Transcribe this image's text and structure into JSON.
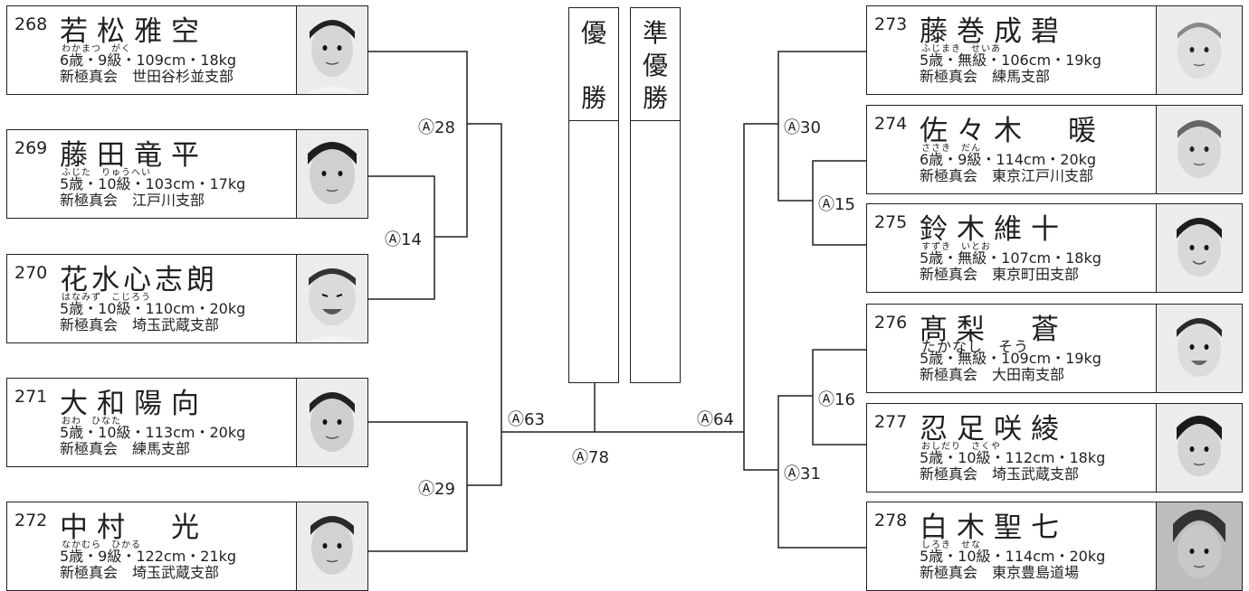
{
  "titles": {
    "winner": "優\n\n勝",
    "runner_up": "準\n優\n勝"
  },
  "competitors": [
    {
      "num": "268",
      "name": "若松雅空",
      "kana": "わかまつ　がく",
      "stats": "6歳・9級・109cm・18kg",
      "branch": "新極真会　世田谷杉並支部"
    },
    {
      "num": "269",
      "name": "藤田竜平",
      "kana": "ふじた　りゅうへい",
      "stats": "5歳・10級・103cm・17kg",
      "branch": "新極真会　江戸川支部"
    },
    {
      "num": "270",
      "name": "花水心志朗",
      "kana": "はなみず　こじろう",
      "stats": "5歳・10級・110cm・20kg",
      "branch": "新極真会　埼玉武蔵支部"
    },
    {
      "num": "271",
      "name": "大和陽向",
      "kana": "おわ　ひなた",
      "stats": "5歳・10級・113cm・20kg",
      "branch": "新極真会　練馬支部"
    },
    {
      "num": "272",
      "name": "中村　光",
      "kana": "なかむら　ひかる",
      "stats": "5歳・9級・122cm・21kg",
      "branch": "新極真会　埼玉武蔵支部"
    },
    {
      "num": "273",
      "name": "藤巻成碧",
      "kana": "ふじまき　せいあ",
      "stats": "5歳・無級・106cm・19kg",
      "branch": "新極真会　練馬支部"
    },
    {
      "num": "274",
      "name": "佐々木　暖",
      "kana": "ささき　だん",
      "stats": "6歳・9級・114cm・20kg",
      "branch": "新極真会　東京江戸川支部"
    },
    {
      "num": "275",
      "name": "鈴木維十",
      "kana": "すずき　いとお",
      "stats": "5歳・無級・107cm・18kg",
      "branch": "新極真会　東京町田支部"
    },
    {
      "num": "276",
      "name": "髙梨　蒼",
      "kana": "たかなし　そう",
      "stats": "5歳・無級・109cm・19kg",
      "branch": "新極真会　大田南支部"
    },
    {
      "num": "277",
      "name": "忍足咲綾",
      "kana": "おしだり　さくや",
      "stats": "5歳・10級・112cm・18kg",
      "branch": "新極真会　埼玉武蔵支部"
    },
    {
      "num": "278",
      "name": "白木聖七",
      "kana": "しろき　せな",
      "stats": "5歳・10級・114cm・20kg",
      "branch": "新極真会　東京豊島道場"
    }
  ],
  "matches": {
    "m28": "Ⓐ28",
    "m14": "Ⓐ14",
    "m29": "Ⓐ29",
    "m63": "Ⓐ63",
    "m78": "Ⓐ78",
    "m64": "Ⓐ64",
    "m30": "Ⓐ30",
    "m15": "Ⓐ15",
    "m16": "Ⓐ16",
    "m31": "Ⓐ31"
  }
}
